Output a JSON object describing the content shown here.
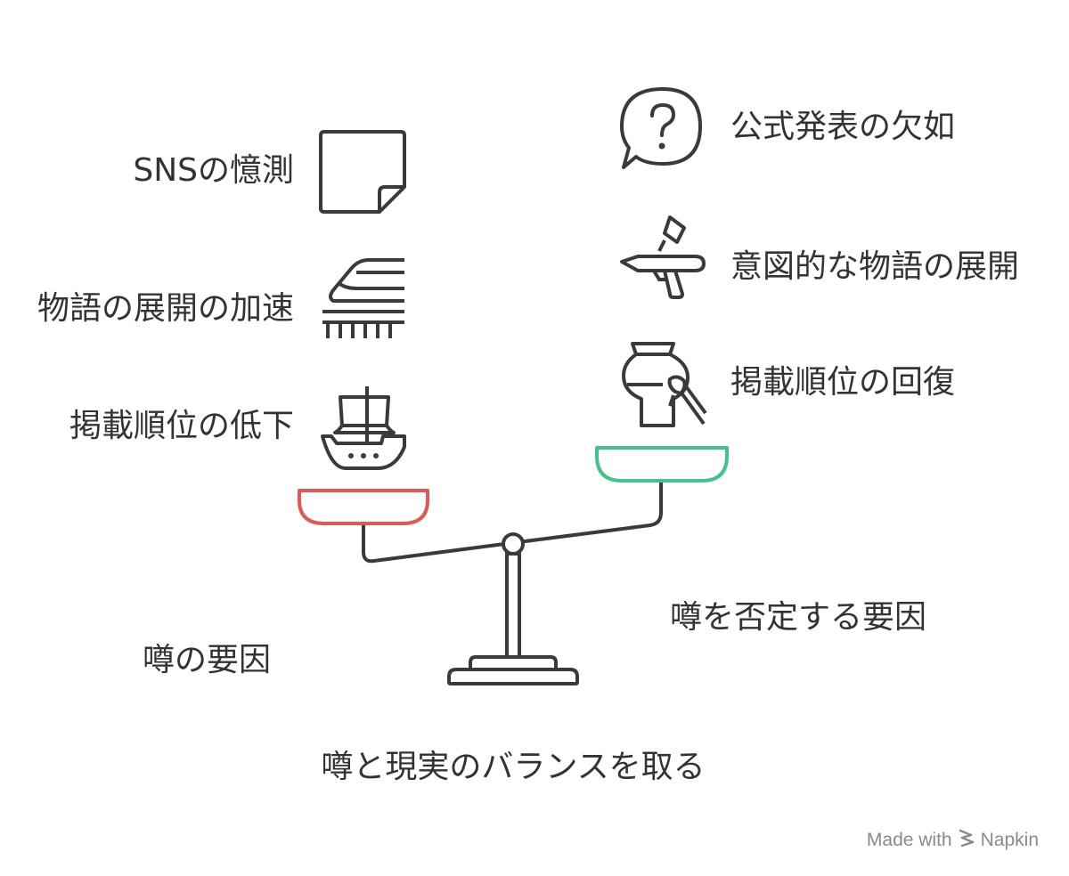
{
  "left_group": {
    "title": "噂の要因",
    "items": [
      {
        "label": "SNSの憶測",
        "icon": "sticky-note-icon"
      },
      {
        "label": "物語の展開の加速",
        "icon": "bullet-train-icon"
      },
      {
        "label": "掲載順位の低下",
        "icon": "sailing-ship-icon"
      }
    ],
    "pan_color": "#e0584f"
  },
  "right_group": {
    "title": "噂を否定する要因",
    "items": [
      {
        "label": "公式発表の欠如",
        "icon": "question-bubble-icon"
      },
      {
        "label": "意図的な物語の展開",
        "icon": "airbrush-icon"
      },
      {
        "label": "掲載順位の回復",
        "icon": "vase-brush-icon"
      }
    ],
    "pan_color": "#3fc587"
  },
  "main_title": "噂と現実のバランスを取る",
  "watermark": {
    "text": "Made with",
    "brand": "Napkin"
  },
  "line_color": "#3a3a3a"
}
